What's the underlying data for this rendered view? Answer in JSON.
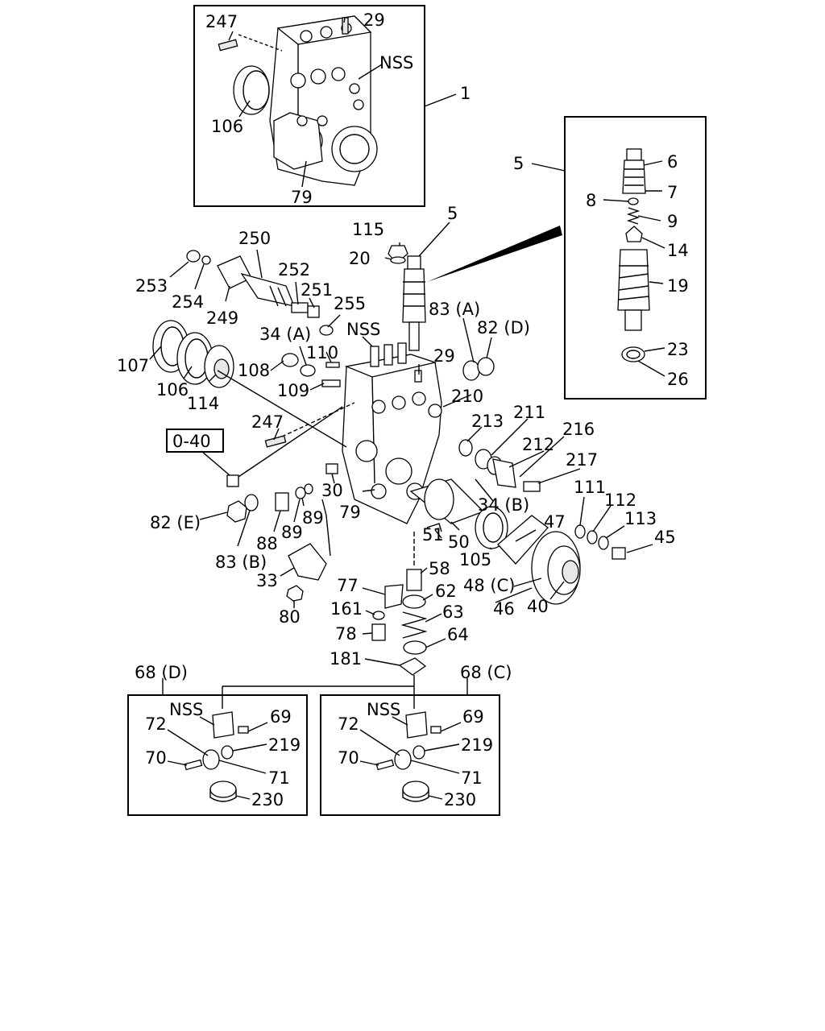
{
  "callouts": {
    "c247top": "247",
    "c29top": "29",
    "cNSStop": "NSS",
    "c1": "1",
    "c106top": "106",
    "c79top": "79",
    "c5box": "5",
    "c6": "6",
    "c7": "7",
    "c8": "8",
    "c9": "9",
    "c14": "14",
    "c19": "19",
    "c23": "23",
    "c26": "26",
    "c115": "115",
    "c5": "5",
    "c20": "20",
    "c250": "250",
    "c252": "252",
    "c251": "251",
    "c255": "255",
    "c253": "253",
    "c254": "254",
    "c249": "249",
    "c83A": "83 (A)",
    "c82D": "82 (D)",
    "c34A": "34 (A)",
    "c110": "110",
    "cNSSmid": "NSS",
    "c29mid": "29",
    "c107": "107",
    "c106mid": "106",
    "c114": "114",
    "c108": "108",
    "c109": "109",
    "c210": "210",
    "c247mid": "247",
    "c213": "213",
    "c211": "211",
    "c216": "216",
    "c212": "212",
    "c217": "217",
    "c040": "0-40",
    "c30": "30",
    "c79mid": "79",
    "c34B": "34 (B)",
    "c82E": "82 (E)",
    "c89a": "89",
    "c89b": "89",
    "c88": "88",
    "c83B": "83 (B)",
    "c51": "51",
    "c50": "50",
    "c47": "47",
    "c105": "105",
    "c111": "111",
    "c112": "112",
    "c113": "113",
    "c45": "45",
    "c33": "33",
    "c58": "58",
    "c77": "77",
    "c62": "62",
    "c48C": "48 (C)",
    "c46": "46",
    "c40": "40",
    "c161": "161",
    "c63": "63",
    "c80": "80",
    "c78": "78",
    "c64": "64",
    "c181": "181",
    "c68D": "68 (D)",
    "c68C": "68 (C)",
    "cNSSL": "NSS",
    "c69L": "69",
    "c72L": "72",
    "c219L": "219",
    "c70L": "70",
    "c71L": "71",
    "c230L": "230",
    "cNSSR": "NSS",
    "c69R": "69",
    "c72R": "72",
    "c219R": "219",
    "c70R": "70",
    "c71R": "71",
    "c230R": "230"
  }
}
